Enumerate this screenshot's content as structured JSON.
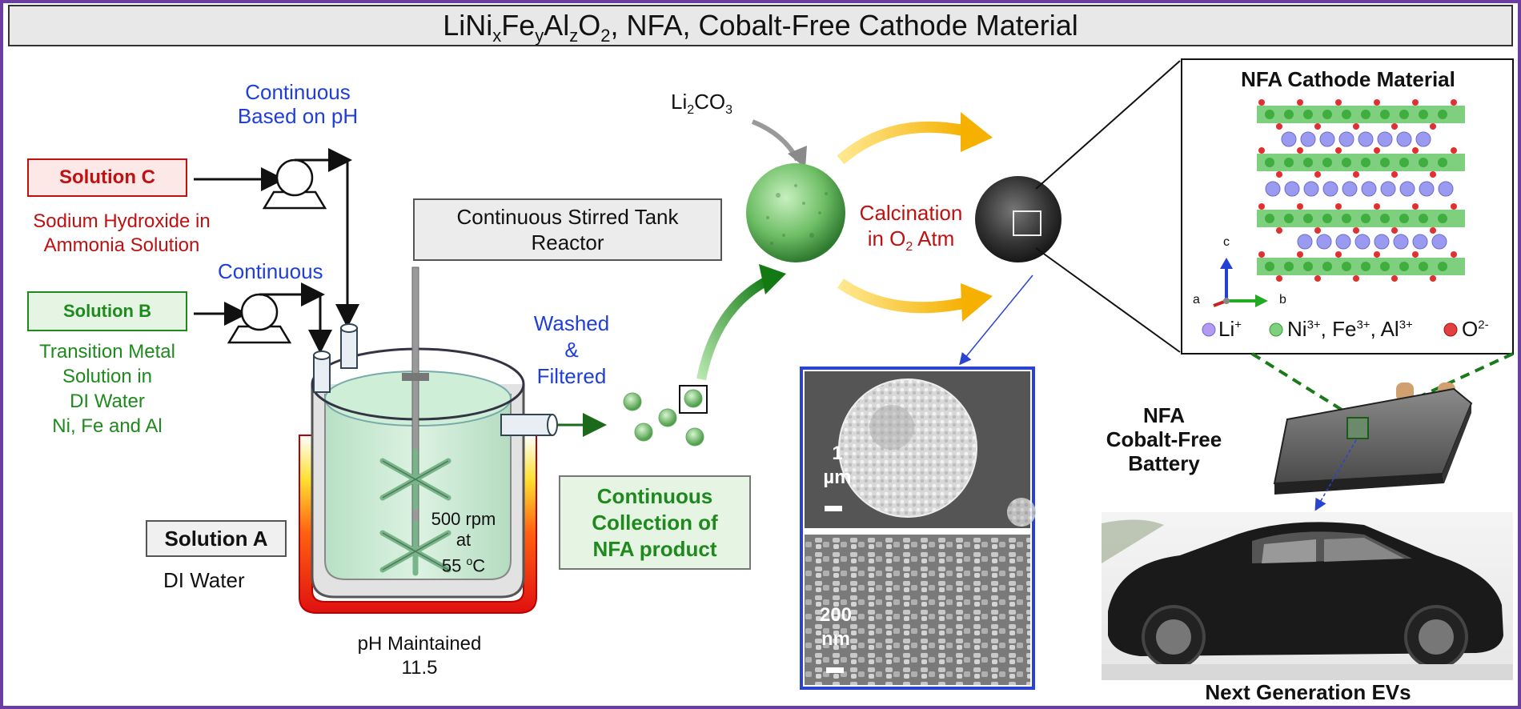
{
  "title": {
    "prefix": "LiNi",
    "x": "x",
    "fe": "Fe",
    "y": "y",
    "al": "Al",
    "z": "z",
    "o": "O",
    "two": "2",
    "suffix": ", NFA, Cobalt-Free Cathode Material"
  },
  "solution_c": {
    "label": "Solution C",
    "desc1": "Sodium Hydroxide in",
    "desc2": "Ammonia Solution"
  },
  "solution_b": {
    "label": "Solution B",
    "desc1": "Transition Metal",
    "desc2": "Solution in",
    "desc3": "DI Water",
    "desc4": "Ni, Fe and Al"
  },
  "solution_a": {
    "label": "Solution A",
    "desc": "DI Water"
  },
  "pump_c_note": {
    "line1": "Continuous",
    "line2": "Based on pH"
  },
  "pump_b_note": "Continuous",
  "reactor": {
    "label1": "Continuous Stirred Tank",
    "label2": "Reactor",
    "rpm": "500 rpm",
    "at": "at",
    "temp": "55 ",
    "temp_unit": "o",
    "temp_c": "C",
    "ph1": "pH Maintained",
    "ph2": "11.5"
  },
  "washed": {
    "line1": "Washed",
    "line2": "&",
    "line3": "Filtered"
  },
  "collection": {
    "line1": "Continuous",
    "line2": "Collection of",
    "line3": "NFA product"
  },
  "li2co3": {
    "li": "Li",
    "sub": "2",
    "co": "CO",
    "sub2": "3"
  },
  "calcination": {
    "line1": "Calcination",
    "line2": "in O",
    "sub": "2",
    "line2b": " Atm"
  },
  "sem": {
    "scale1_a": "1",
    "scale1_b": "µm",
    "scale2_a": "200",
    "scale2_b": "nm"
  },
  "cathode_panel": {
    "title": "NFA Cathode Material",
    "axis_c": "c",
    "axis_a": "a",
    "axis_b": "b",
    "legend_li": "Li",
    "legend_li_sup": "+",
    "legend_ni": "Ni",
    "legend_ni_sup": "3+",
    "legend_fe": ", Fe",
    "legend_fe_sup": "3+",
    "legend_al": ", Al",
    "legend_al_sup": "3+",
    "legend_o": "O",
    "legend_o_sup": "2-"
  },
  "battery": {
    "line1": "NFA",
    "line2": "Cobalt-Free",
    "line3": "Battery"
  },
  "ev": {
    "caption": "Next Generation EVs"
  },
  "colors": {
    "frame": "#6a3fa0",
    "blue_text": "#1f3fd6",
    "red_text": "#c01010",
    "green_text": "#1e8a1e",
    "arrow_yellow": "#f5b800",
    "arrow_green": "#1a7a1a"
  }
}
